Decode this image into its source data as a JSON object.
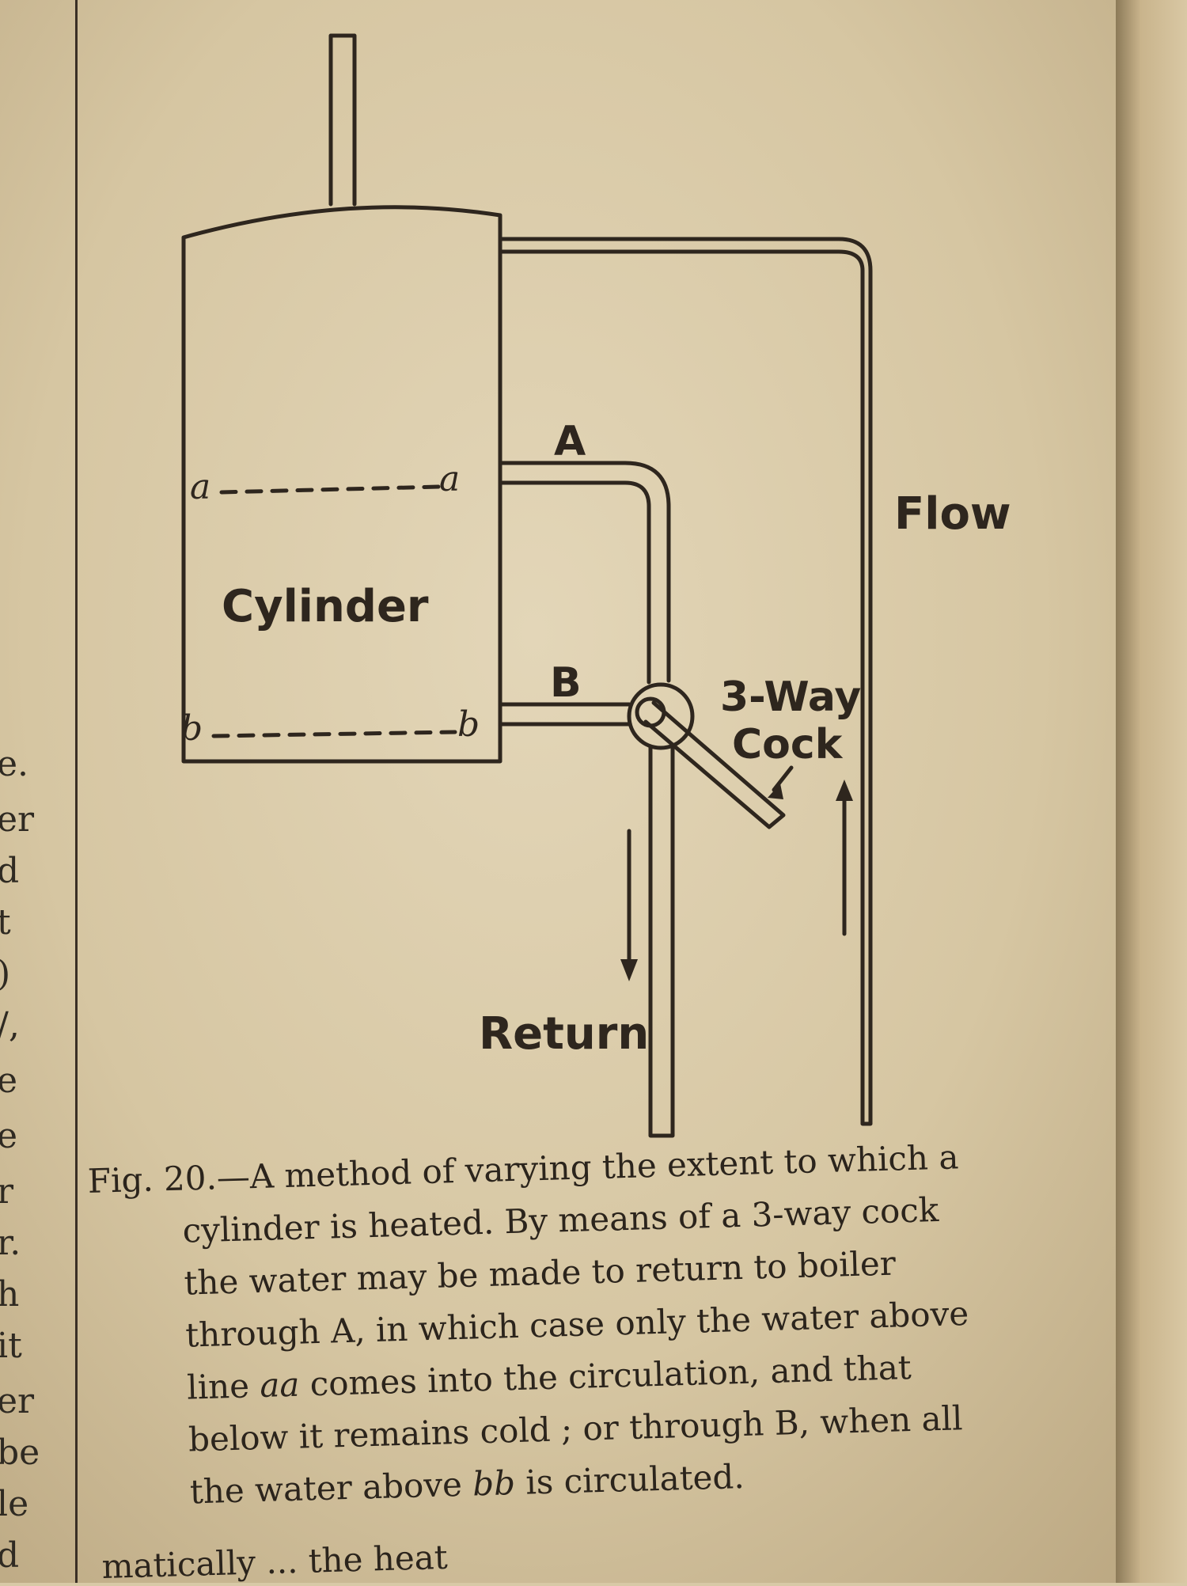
{
  "left_column_fragments": [
    "e.",
    "er",
    "d",
    "t",
    ")",
    "/,",
    "e",
    "e",
    "r",
    "r.",
    "h",
    "it",
    "er",
    "be",
    "le",
    "d"
  ],
  "figure": {
    "labels": {
      "top_tap_point": "A",
      "bottom_tap_point": "B",
      "cylinder": "Cylinder",
      "flow": "Flow",
      "return": "Return",
      "cock_line1": "3-Way",
      "cock_line2": "Cock",
      "line_a_left": "a",
      "line_a_right": "a",
      "line_b_left": "b",
      "line_b_right": "b"
    }
  },
  "caption": {
    "lines": [
      "Fig. 20.—A method of varying the extent to which a",
      "cylinder is heated.  By means of a 3-way cock",
      "the water may be made to return to boiler",
      "through A, in which case only the water above",
      {
        "before": "line ",
        "em": "aa",
        "after": " comes into the circulation, and that"
      },
      "below it remains cold ;  or through B, when all",
      {
        "before": "the water above ",
        "em": "bb",
        "after": " is circulated."
      }
    ]
  },
  "bottom_fragment": "matically ... the heat"
}
